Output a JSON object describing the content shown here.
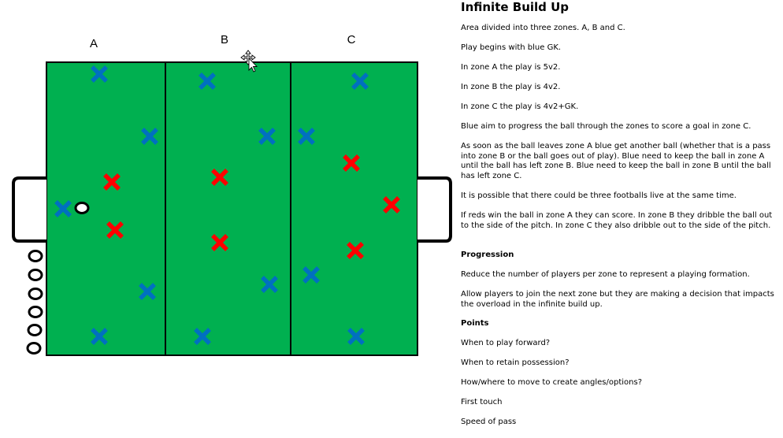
{
  "diagram": {
    "zones": [
      {
        "label": "A"
      },
      {
        "label": "B"
      },
      {
        "label": "C"
      }
    ],
    "colors": {
      "pitch": "#00b050",
      "blue_player": "#0070c0",
      "red_player": "#ff0000",
      "lines": "#000000"
    },
    "icons": {
      "blue_player": "blue-cross-icon",
      "red_player": "red-cross-icon",
      "ball": "ball-icon",
      "goal": "goal-icon",
      "cursor": "move-cursor-icon"
    },
    "player_counts": {
      "zone_a": {
        "blue": 5,
        "red": 2
      },
      "zone_b": {
        "blue": 4,
        "red": 2
      },
      "zone_c": {
        "blue": 4,
        "red": 2,
        "gk": 1
      }
    },
    "spare_balls": 6
  },
  "notes": {
    "title": "Infinite Build Up",
    "paragraphs": [
      {
        "text": "Area divided into three zones. A, B and C."
      },
      {
        "text": "Play begins with blue GK."
      },
      {
        "text": "In zone A the play is 5v2."
      },
      {
        "text": "In zone B the play is 4v2."
      },
      {
        "text": "In zone C the play is 4v2+GK."
      },
      {
        "text": "Blue aim to progress the ball through the zones to score a goal in zone C."
      },
      {
        "text": "As soon as the ball leaves zone A blue get another ball (whether that is a pass into zone B or the ball goes out of play). Blue need to keep the ball in zone A until the ball has left zone B. Blue need to keep the ball in zone B until the ball has left zone C."
      },
      {
        "text": "It is possible that there could be three footballs live at the same time."
      },
      {
        "text": "If reds win the ball in zone A they can score. In zone B they dribble the ball out to the side of the pitch. In zone C they also dribble out to the side of the pitch."
      },
      {
        "text": "Progression",
        "bold": true
      },
      {
        "text": "Reduce the number of players per zone to represent a playing formation."
      },
      {
        "text": "Allow players to join the next zone but they are making a decision that impacts the overload in the infinite build up."
      },
      {
        "text": "Points",
        "bold": true
      },
      {
        "text": "When to play forward?"
      },
      {
        "text": "When to retain possession?"
      },
      {
        "text": "How/where to move to create angles/options?"
      },
      {
        "text": "First touch"
      },
      {
        "text": "Speed of pass"
      }
    ]
  }
}
